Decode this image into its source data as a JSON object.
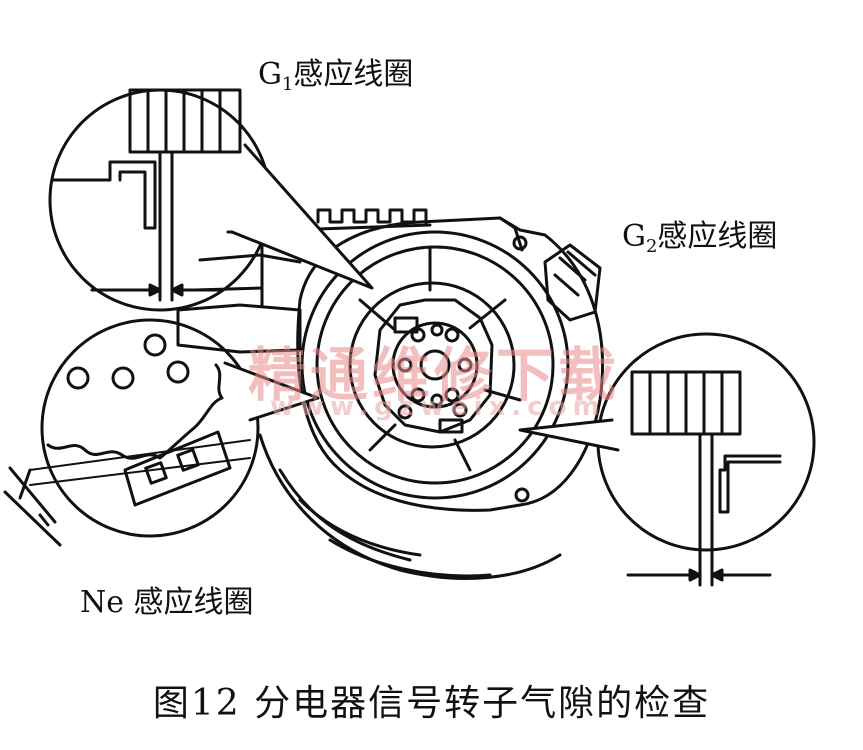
{
  "labels": {
    "g1_letter": "G",
    "g1_sub": "1",
    "g1_text": "感应线圈",
    "g2_letter": "G",
    "g2_sub": "2",
    "g2_text": "感应线圈",
    "ne_text": "Ne 感应线圈"
  },
  "caption": "图12  分电器信号转子气隙的检查",
  "watermark": {
    "cn": "精通维修下载",
    "url": "www.gzweix.com"
  },
  "colors": {
    "ink": "#111111",
    "watermark": "#e88a8a"
  }
}
